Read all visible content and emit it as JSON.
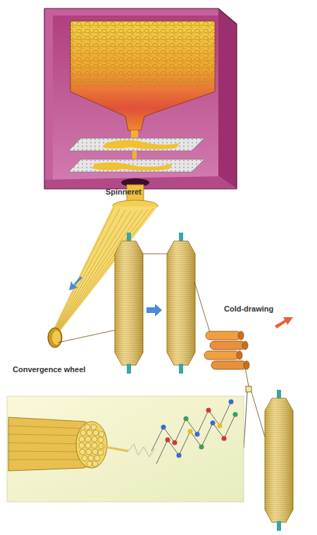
{
  "diagram": {
    "labels": [
      "Spinneret",
      "Convergence wheel",
      "Cold-drawing"
    ]
  }
}
